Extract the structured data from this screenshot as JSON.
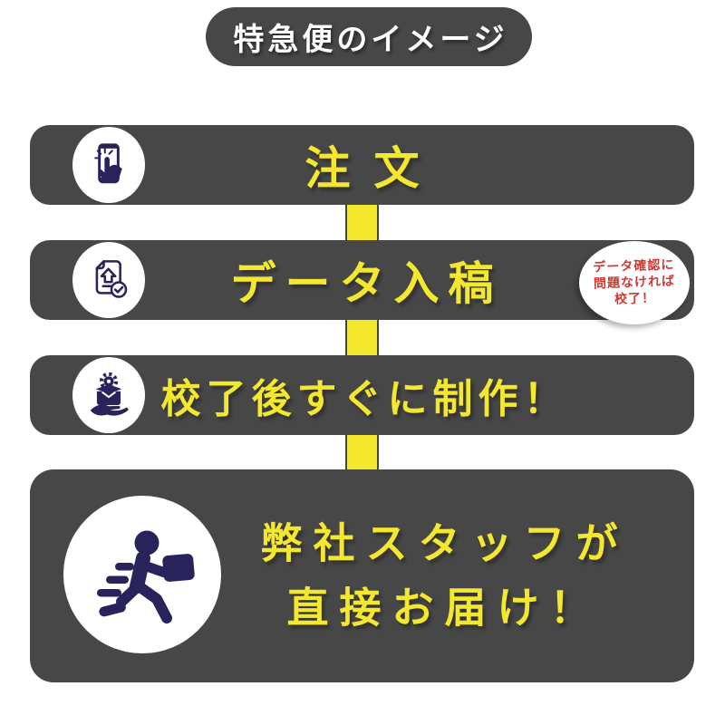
{
  "title": {
    "text": "特急便のイメージ"
  },
  "colors": {
    "bar_gray": "#474747",
    "accent_yellow": "#f3e82e",
    "icon_navy": "#29235c",
    "badge_red": "#cf3a33",
    "circle_white": "#ffffff"
  },
  "steps": [
    {
      "name": "order",
      "label": "注文",
      "icon": "smartphone-tap-icon"
    },
    {
      "name": "data-submission",
      "label": "データ入稿",
      "icon": "document-upload-icon",
      "badge": {
        "line1": "データ確認に",
        "line2": "問題なければ",
        "line3": "校了！"
      }
    },
    {
      "name": "production",
      "label": "校了後すぐに制作！",
      "icon": "production-hand-icon"
    },
    {
      "name": "delivery",
      "label_line1": "弊社スタッフが",
      "label_line2": "直接お届け！",
      "icon": "delivery-runner-icon"
    }
  ]
}
